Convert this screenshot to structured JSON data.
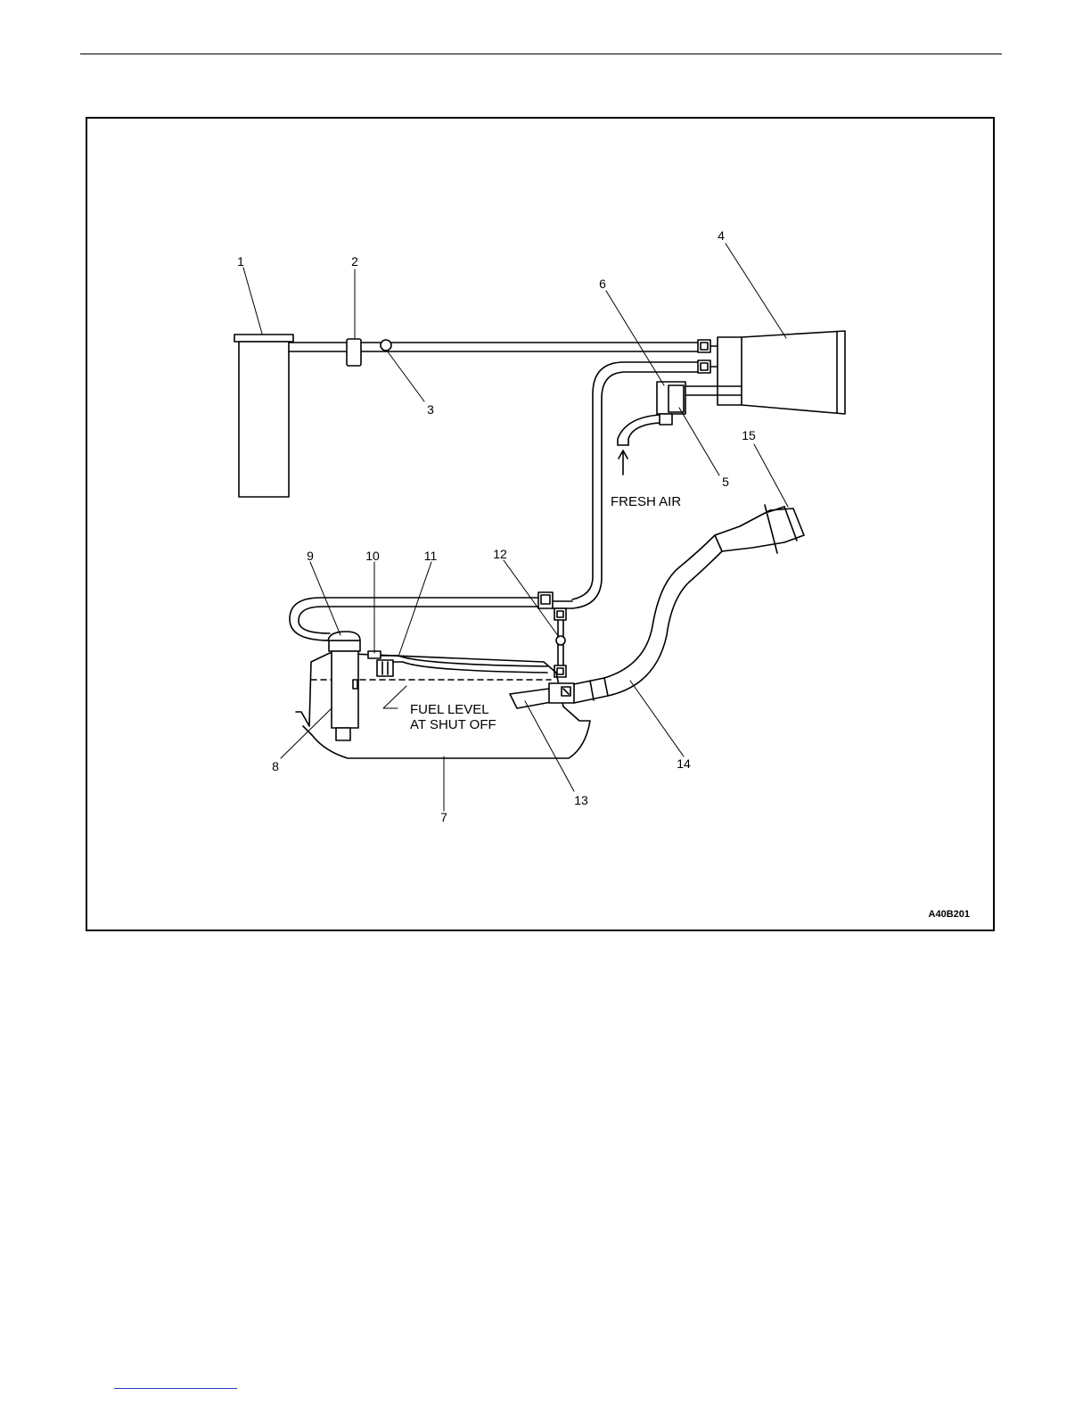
{
  "figure": {
    "id": "A40B201",
    "callouts": [
      "1",
      "2",
      "3",
      "4",
      "5",
      "6",
      "7",
      "8",
      "9",
      "10",
      "11",
      "12",
      "13",
      "14",
      "15"
    ],
    "annotations": {
      "fresh_air": "FRESH AIR",
      "fuel_level_line1": "FUEL LEVEL",
      "fuel_level_line2": "AT SHUT OFF"
    }
  },
  "colors": {
    "line": "#000000",
    "background": "#ffffff",
    "link": "#1a3fb5"
  }
}
